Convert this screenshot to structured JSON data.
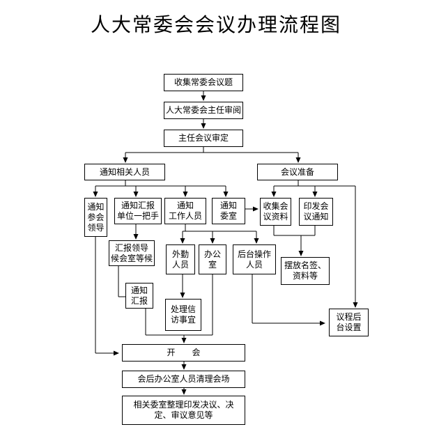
{
  "title": "人大常委会会议办理流程图",
  "nodes": {
    "collect_topics": "收集常委会议题",
    "director_review": "人大常委会主任审阅",
    "directors_meeting": "主任会议审定",
    "notify_personnel": "通知相关人员",
    "meeting_prep": "会议准备",
    "notify_attending_leaders": "通知\n参会\n领导",
    "notify_reporting_unit": "通知汇报\n单位一把手",
    "notify_staff": "通知\n工作人员",
    "notify_committee": "通知\n委室",
    "collect_materials": "收集会\n议资料",
    "issue_notice": "印发会\n议通知",
    "report_lead_waits": "汇报领导\n候会室等候",
    "notify_report": "通知\n汇报",
    "field_staff": "外勤\n人员",
    "office": "办公\n室",
    "backstage_staff": "后台操作\n人员",
    "place_nameplates": "摆放名签、\n资料等",
    "handle_petitions": "处理信\n访事宜",
    "backstage_setup": "议程后\n台设置",
    "hold_meeting": "开　　会",
    "post_cleanup": "会后办公室人员清理会场",
    "committee_followup": "相关委室整理印发决议、决\n定、审议意见等"
  }
}
